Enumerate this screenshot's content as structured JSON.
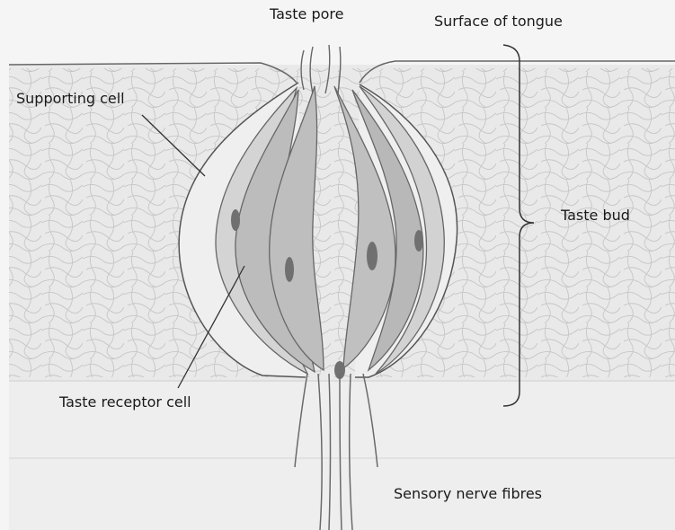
{
  "labels": {
    "taste_pore": "Taste pore",
    "surface_of_tongue": "Surface of tongue",
    "supporting_cell": "Supporting cell",
    "taste_bud": "Taste bud",
    "taste_receptor_cell": "Taste receptor cell",
    "sensory_nerve_fibres": "Sensory nerve fibres"
  },
  "colors": {
    "paper": "#f4f4f4",
    "tissue": "#e6e6e6",
    "cell_fill": "#b9b9b9",
    "nucleus": "#6e6e6e",
    "outline": "#555555",
    "network": "#bdbdbd"
  }
}
